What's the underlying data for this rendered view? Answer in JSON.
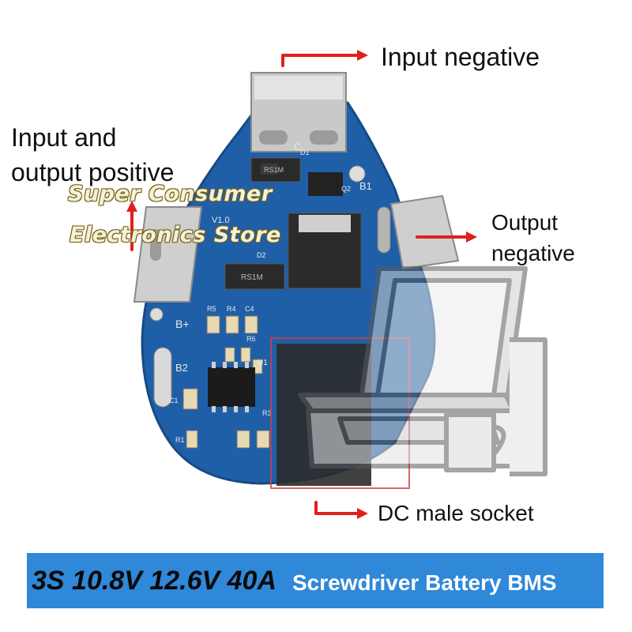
{
  "labels": {
    "input_negative": "Input negative",
    "input_output_positive_1": "Input and",
    "input_output_positive_2": "output positive",
    "output_negative_1": "Output",
    "output_negative_2": "negative",
    "dc_male_socket": "DC male socket"
  },
  "watermark": {
    "line1": "Super Consumer",
    "line2": "Electronics Store"
  },
  "banner": {
    "spec": "3S 10.8V 12.6V 40A",
    "title": "Screwdriver Battery BMS"
  },
  "pcb_markings": {
    "c_minus": "C-",
    "b_plus": "B+",
    "b1": "B1",
    "b2": "B2",
    "version": "V1.0",
    "q2": "Q2",
    "d1": "D1",
    "d2": "D2",
    "r5": "R5",
    "r4": "R4",
    "c4": "C4",
    "r6": "R6",
    "u1": "U1",
    "r3": "R3",
    "c1": "C1",
    "r1": "R1",
    "diode_1": "RS1M",
    "diode_2": "RS1M"
  },
  "colors": {
    "pcb": "#1f5fa8",
    "arrow": "#e0201e",
    "banner": "#2f88d8"
  }
}
